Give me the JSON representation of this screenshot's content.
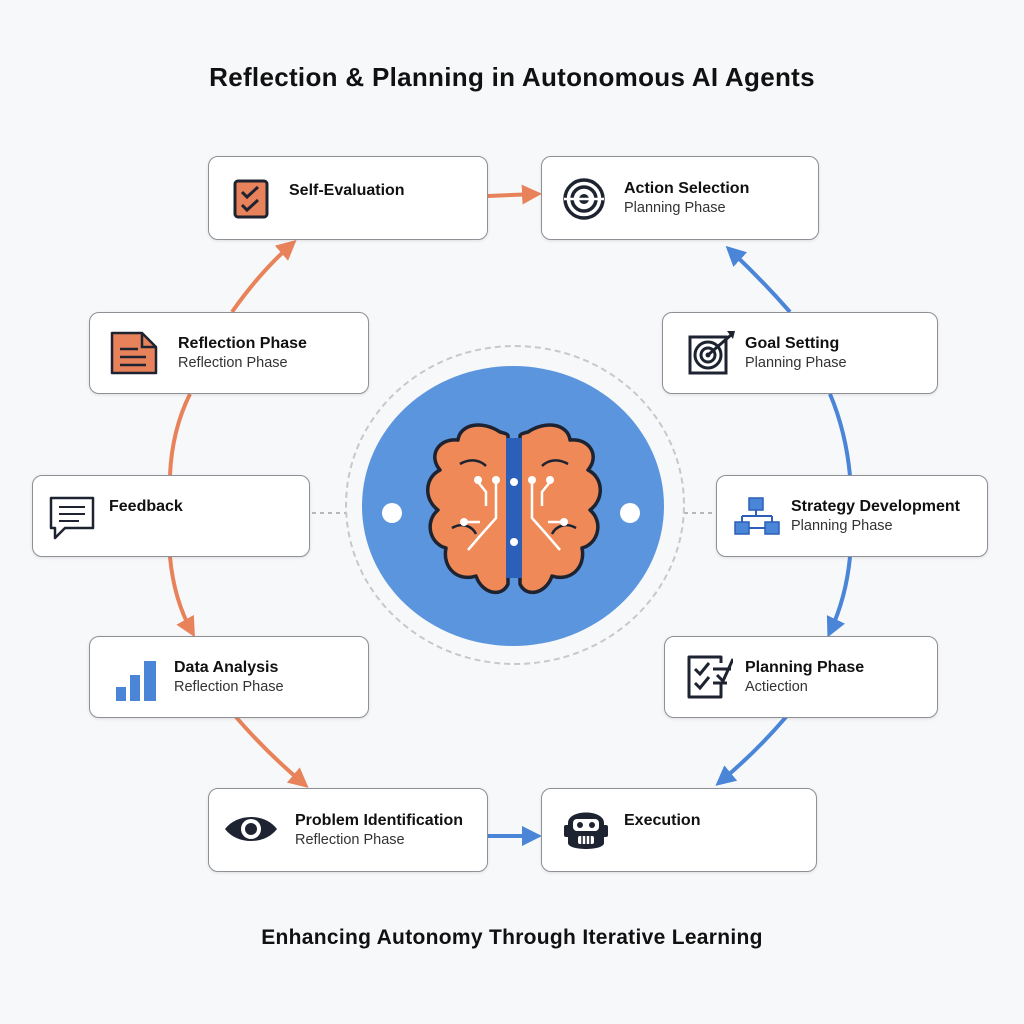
{
  "title": "Reflection & Planning in Autonomous AI Agents",
  "footer": "Enhancing Autonomy Through Iterative Learning",
  "colors": {
    "reflection": "#e8825a",
    "planning": "#4a85d8",
    "hub": "#5b95de",
    "brain": "#ef8a58"
  },
  "nodes": {
    "self_evaluation": {
      "title": "Self-Evaluation",
      "icon": "checklist-icon"
    },
    "action_selection": {
      "title": "Action Selection",
      "subtitle": "Planning Phase",
      "icon": "target-icon"
    },
    "reflection_phase": {
      "title": "Reflection Phase",
      "subtitle": "Reflection Phase",
      "icon": "document-icon"
    },
    "goal_setting": {
      "title": "Goal Setting",
      "subtitle": "Planning Phase",
      "icon": "bullseye-arrow-icon"
    },
    "feedback": {
      "title": "Feedback",
      "icon": "chat-icon"
    },
    "strategy_development": {
      "title": "Strategy Development",
      "subtitle": "Planning Phase",
      "icon": "flowchart-icon"
    },
    "data_analysis": {
      "title": "Data Analysis",
      "subtitle": "Reflection Phase",
      "icon": "bar-chart-icon"
    },
    "planning_phase": {
      "title": "Planning Phase",
      "subtitle": "Actiection",
      "icon": "task-list-icon"
    },
    "problem_identification": {
      "title": "Problem Identification",
      "subtitle": "Reflection Phase",
      "icon": "eye-icon"
    },
    "execution": {
      "title": "Execution",
      "icon": "robot-icon"
    }
  },
  "center": {
    "icon": "brain-circuit-icon"
  }
}
